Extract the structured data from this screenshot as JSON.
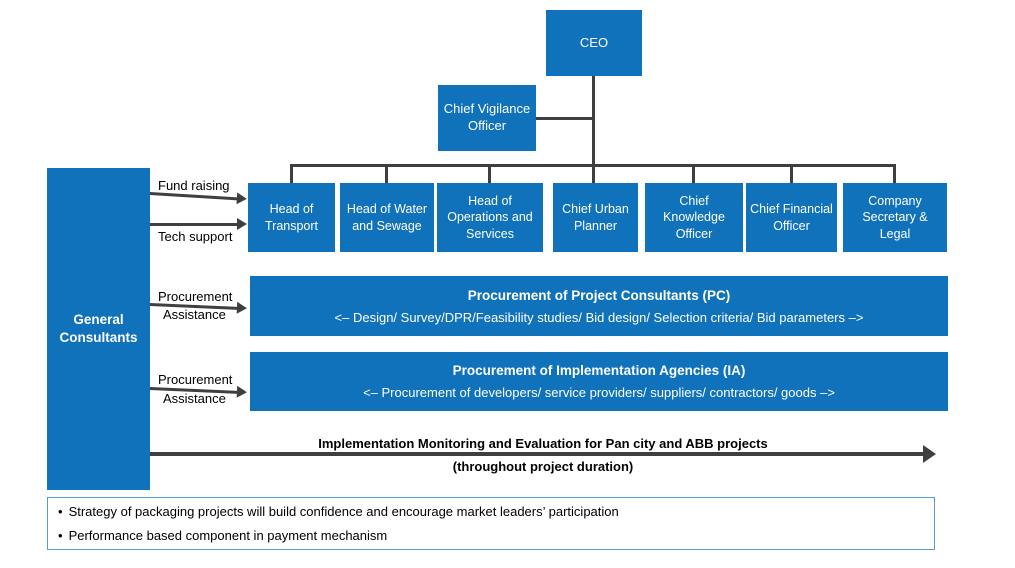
{
  "colors": {
    "box_blue": "#1172BC",
    "connector_gray": "#3F3F3F",
    "note_border": "#5B9BD5"
  },
  "org": {
    "ceo": "CEO",
    "vigilance": "Chief Vigilance Officer",
    "departments": [
      {
        "label": "Head of Transport"
      },
      {
        "label": "Head of Water and Sewage"
      },
      {
        "label": "Head of Operations and Services"
      },
      {
        "label": "Chief Urban Planner"
      },
      {
        "label": "Chief Knowledge Officer"
      },
      {
        "label": "Chief Financial Officer"
      },
      {
        "label": "Company Secretary & Legal"
      }
    ]
  },
  "left_panel": {
    "general_consultants": "General Consultants",
    "fund_raising": "Fund raising",
    "tech_support": "Tech support",
    "procurement_1": {
      "top": "Procurement",
      "bottom": "Assistance"
    },
    "procurement_2": {
      "top": "Procurement",
      "bottom": "Assistance"
    }
  },
  "bars": [
    {
      "title": "Procurement of Project Consultants (PC)",
      "subtitle": "<– Design/ Survey/DPR/Feasibility studies/ Bid design/ Selection criteria/ Bid parameters –>"
    },
    {
      "title": "Procurement of Implementation Agencies (IA)",
      "subtitle": "<– Procurement of developers/ service providers/ suppliers/ contractors/ goods –>"
    }
  ],
  "bottom_arrow": {
    "line1": "Implementation Monitoring and Evaluation for Pan city and ABB projects",
    "line2": "(throughout project duration)"
  },
  "notes": [
    "Strategy of packaging projects will build confidence and encourage market leaders’ participation",
    "Performance based component in payment mechanism"
  ]
}
